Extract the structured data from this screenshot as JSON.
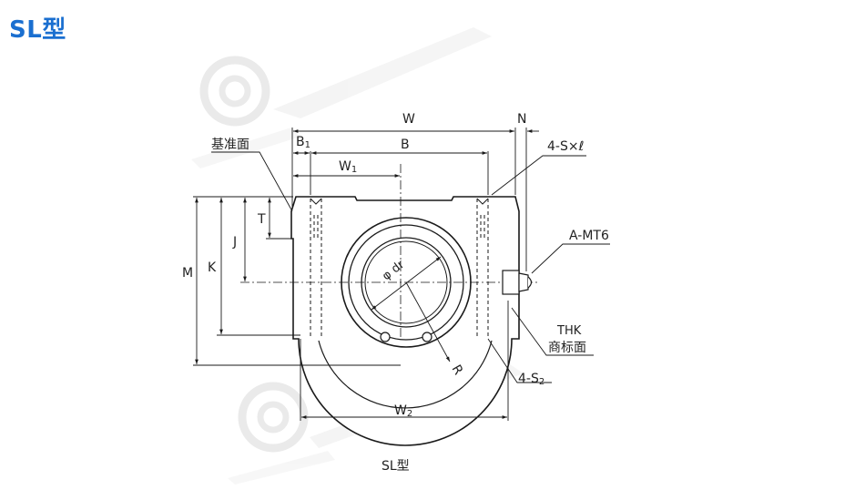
{
  "title": "SL型",
  "caption": "SL型",
  "colors": {
    "title": "#1a6fd0",
    "line": "#1a1a1a",
    "body": "#ffffff",
    "watermark": "#e6e6e6"
  },
  "watermark_icon": "bearing-logo-icon",
  "labels": {
    "W": "W",
    "N": "N",
    "B1_main": "B",
    "B1_sub": "1",
    "B": "B",
    "W1_main": "W",
    "W1_sub": "1",
    "reference_surface": "基准面",
    "mount_holes": "4-S×ℓ",
    "grease_nipple": "A-MT6",
    "T": "T",
    "J": "J",
    "K": "K",
    "M": "M",
    "bore": "φ dr",
    "R": "R",
    "brand": "THK",
    "brand_surface": "商标面",
    "s2_main": "4-S",
    "s2_sub": "2",
    "W2_main": "W",
    "W2_sub": "2"
  }
}
